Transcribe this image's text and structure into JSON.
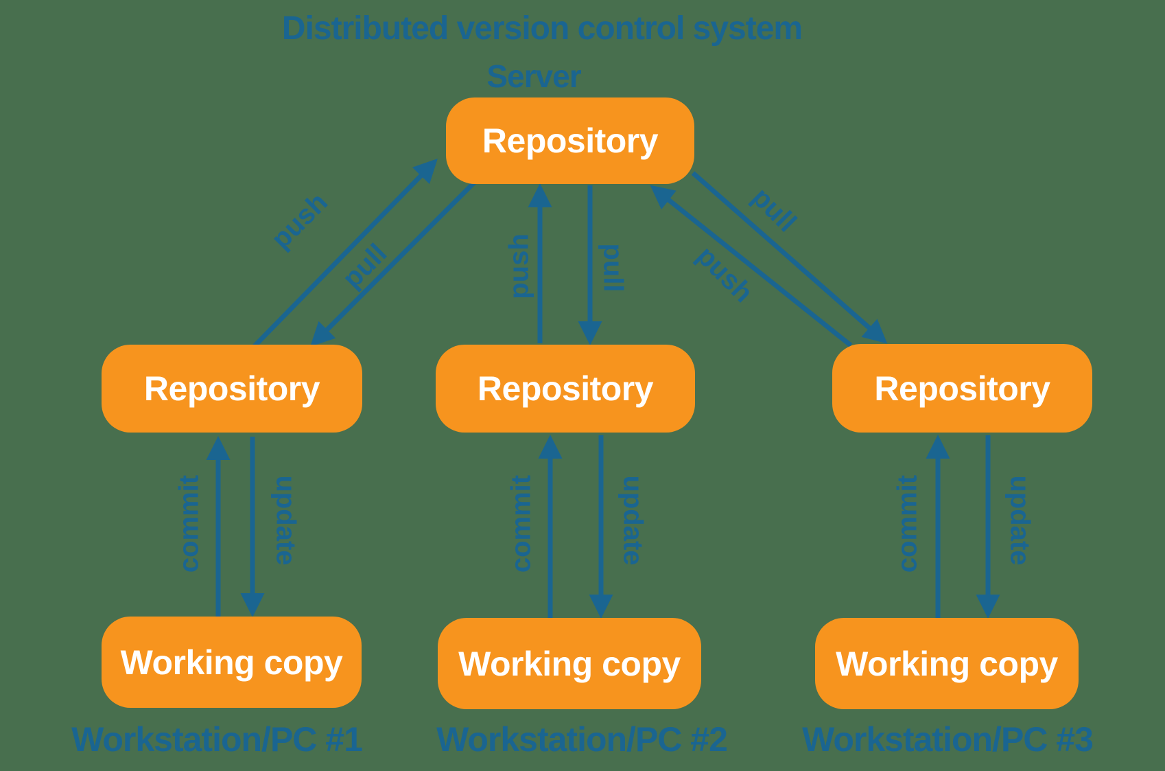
{
  "title": "Distributed version control system",
  "server_section_label": "Server",
  "colors": {
    "box_orange": "#F7941E",
    "diagram_blue": "#1A6591",
    "background_green": "#486F4E",
    "box_text": "#FFFFFF"
  },
  "nodes": {
    "server_repository": {
      "label": "Repository"
    },
    "repository_1": {
      "label": "Repository"
    },
    "repository_2": {
      "label": "Repository"
    },
    "repository_3": {
      "label": "Repository"
    },
    "working_copy_1": {
      "label": "Working copy"
    },
    "working_copy_2": {
      "label": "Working copy"
    },
    "working_copy_3": {
      "label": "Working copy"
    }
  },
  "workstation_labels": {
    "pc1": "Workstation/PC #1",
    "pc2": "Workstation/PC #2",
    "pc3": "Workstation/PC #3"
  },
  "edge_labels": {
    "push_1": "push",
    "pull_1": "pull",
    "push_2": "push",
    "pull_2": "pull",
    "push_3": "push",
    "pull_3": "pull",
    "commit_1": "commit",
    "update_1": "update",
    "commit_2": "commit",
    "update_2": "update",
    "commit_3": "commit",
    "update_3": "update"
  }
}
